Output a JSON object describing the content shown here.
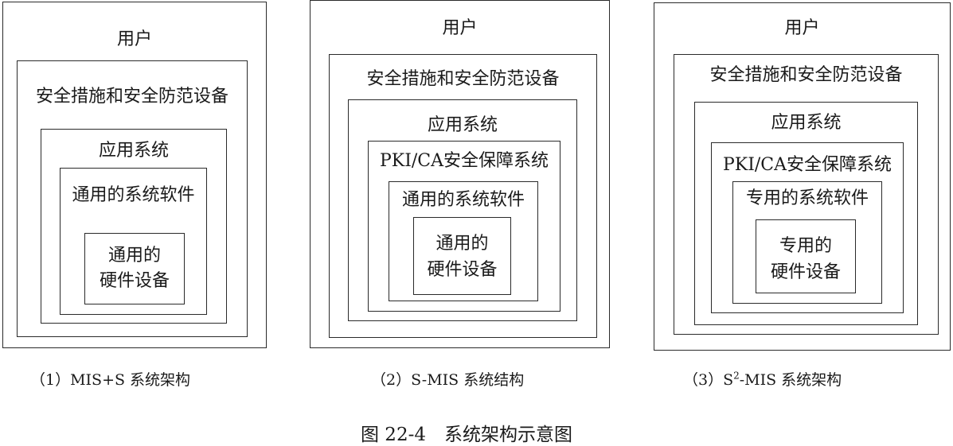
{
  "figure": {
    "title": "图 22-4　系统架构示意图"
  },
  "diagrams": [
    {
      "caption": "（1）MIS+S 系统架构",
      "layers": {
        "user": "用户",
        "security": "安全措施和安全防范设备",
        "application": "应用系统",
        "software": "通用的系统软件",
        "hardware_line1": "通用的",
        "hardware_line2": "硬件设备"
      }
    },
    {
      "caption": "（2）S-MIS 系统结构",
      "layers": {
        "user": "用户",
        "security": "安全措施和安全防范设备",
        "application": "应用系统",
        "pki": "PKI/CA安全保障系统",
        "software": "通用的系统软件",
        "hardware_line1": "通用的",
        "hardware_line2": "硬件设备"
      }
    },
    {
      "caption_prefix": "（3）S",
      "caption_sup": "2",
      "caption_suffix": "-MIS 系统架构",
      "layers": {
        "user": "用户",
        "security": "安全措施和安全防范设备",
        "application": "应用系统",
        "pki": "PKI/CA安全保障系统",
        "software": "专用的系统软件",
        "hardware_line1": "专用的",
        "hardware_line2": "硬件设备"
      }
    }
  ]
}
